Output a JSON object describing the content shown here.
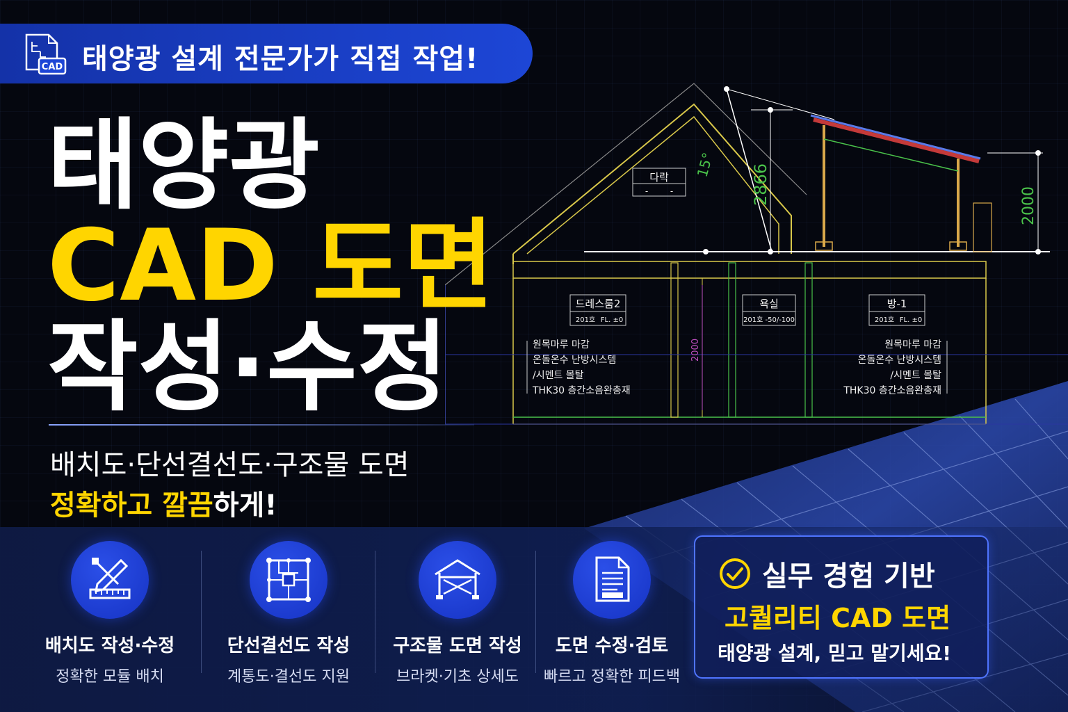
{
  "banner": {
    "icon_label": "CAD",
    "icon": "cad-document-icon",
    "text": "태양광 설계 전문가가 직접 작업!"
  },
  "headline": {
    "line1": "태양광",
    "line2": "CAD 도면",
    "line3": "작성·수정"
  },
  "subtitle": {
    "line1": "배치도·단선결선도·구조물 도면",
    "line2_highlight": "정확하고 깔끔",
    "line2_rest": "하게!"
  },
  "drawing": {
    "roof_label": "다락",
    "roof_sub_a": "-",
    "roof_sub_b": "-",
    "angle": "15°",
    "dim_roof": "2866",
    "dim_right": "2000",
    "dim_floor": "2000",
    "rooms": [
      {
        "name": "드레스룸2",
        "level": "201호",
        "fl": "FL. ±0"
      },
      {
        "name": "욕실",
        "level": "201호 -50/-100"
      },
      {
        "name": "방-1",
        "level": "201호",
        "fl": "FL. ±0"
      }
    ],
    "notes_left": [
      "원목마루 마감",
      "온돌온수 난방시스템",
      "/시멘트 몰탈",
      "THK30 층간소음완충재"
    ],
    "notes_right": [
      "원목마루 마감",
      "온돌온수 난방시스템",
      "/시멘트 몰탈",
      "THK30 층간소음완충재"
    ]
  },
  "features": [
    {
      "icon": "pencil-ruler-icon",
      "title": "배치도 작성·수정",
      "sub": "정확한 모듈 배치"
    },
    {
      "icon": "circuit-diagram-icon",
      "title": "단선결선도 작성",
      "sub": "계통도·결선도 지원"
    },
    {
      "icon": "structure-frame-icon",
      "title": "구조물 도면 작성",
      "sub": "브라켓·기초 상세도"
    },
    {
      "icon": "document-review-icon",
      "title": "도면 수정·검토",
      "sub": "빠르고 정확한 피드백"
    }
  ],
  "badge": {
    "icon": "check-circle-icon",
    "line1": "실무 경험 기반",
    "line2": "고퀄리티 CAD 도면",
    "line3": "태양광 설계, 믿고 맡기세요!"
  },
  "colors": {
    "accent_yellow": "#ffd500",
    "brand_blue": "#1d46d6",
    "background": "#05070f"
  }
}
